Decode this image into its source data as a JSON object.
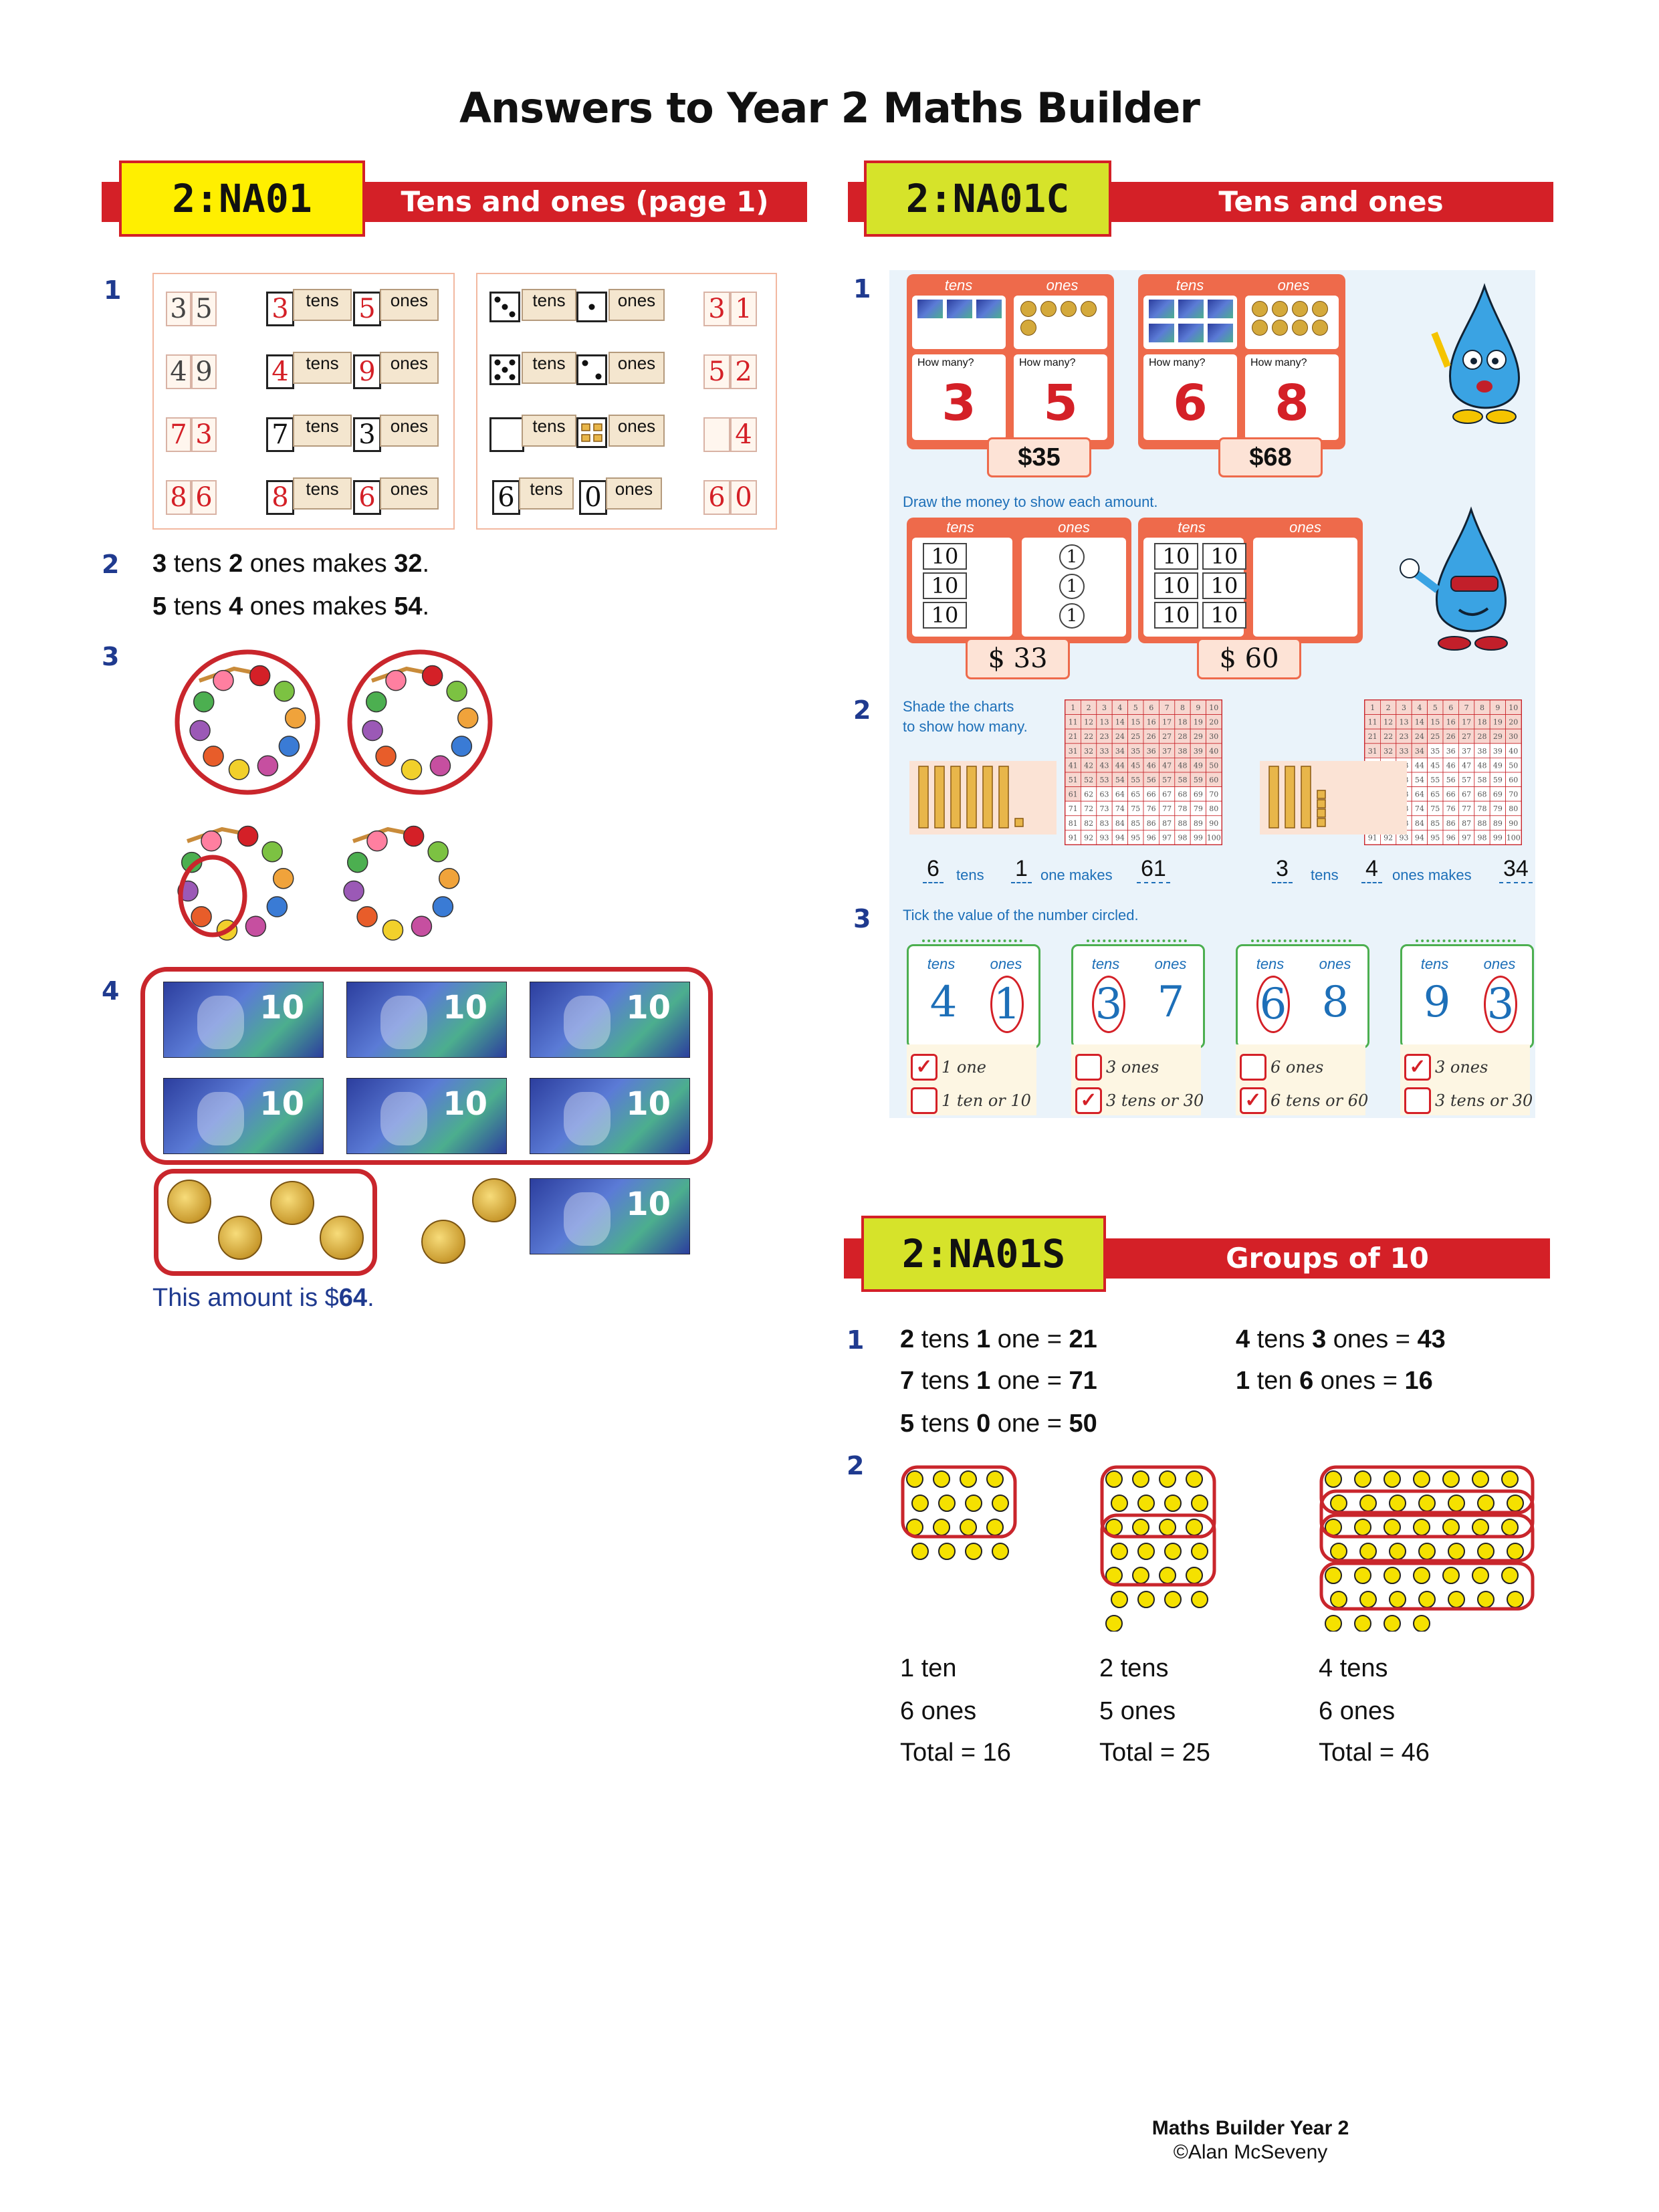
{
  "page_title": "Answers to Year 2 Maths Builder",
  "sections": {
    "na01": {
      "code": "2:NA01",
      "title": "Tens and ones (page 1)"
    },
    "na01c": {
      "code": "2:NA01C",
      "title": "Tens and ones"
    },
    "na01s": {
      "code": "2:NA01S",
      "title": "Groups of 10"
    }
  },
  "colors": {
    "accent_red": "#d42027",
    "code_yellow_1": "#ffef00",
    "code_yellow_2": "#d6e32a",
    "ink_blue": "#1f3a8f"
  },
  "na01": {
    "q1_num": "1",
    "left_rows": [
      {
        "num_t": "3",
        "num_o": "5",
        "tens": "3",
        "ones": "5"
      },
      {
        "num_t": "4",
        "num_o": "9",
        "tens": "4",
        "ones": "9"
      },
      {
        "num_t": "7",
        "num_o": "3",
        "tens": "7",
        "ones": "3"
      },
      {
        "num_t": "8",
        "num_o": "6",
        "tens": "8",
        "ones": "6"
      }
    ],
    "right_rows": [
      {
        "tens_dots": "3",
        "ones_dots": "1",
        "ans_t": "3",
        "ans_o": "1"
      },
      {
        "tens_dots": "5",
        "ones_dots": "2",
        "ans_t": "5",
        "ans_o": "2"
      },
      {
        "tens_dots": "",
        "ones_dots": "4",
        "ans_t": "",
        "ans_o": "4"
      },
      {
        "tens": "6",
        "ones": "0",
        "ans_t": "6",
        "ans_o": "0"
      }
    ],
    "tens_label": "tens",
    "ones_label": "ones",
    "q2_num": "2",
    "q2_line1": {
      "a": "3",
      "b": " tens ",
      "c": "2",
      "d": " ones makes ",
      "e": "32",
      "f": "."
    },
    "q2_line2": {
      "a": "5",
      "b": " tens ",
      "c": "4",
      "d": " ones makes ",
      "e": "54",
      "f": "."
    },
    "q3_num": "3",
    "q4_num": "4",
    "note_value": "10",
    "amount_pre": "This amount is $",
    "amount_val": "64",
    "amount_post": "."
  },
  "na01c": {
    "q1_num": "1",
    "tens_label": "tens",
    "ones_label": "ones",
    "how_many": "How many?",
    "cards_top": [
      {
        "tens": "3",
        "ones": "5",
        "money": "$35"
      },
      {
        "tens": "6",
        "ones": "8",
        "money": "$68"
      }
    ],
    "draw_prompt": "Draw the money to show each amount.",
    "ten": "10",
    "one": "1",
    "money_bottom_1": "$ 33",
    "money_bottom_2": "$ 60",
    "q2_num": "2",
    "shade_prompt_1": "Shade the charts",
    "shade_prompt_2": "to show how many.",
    "chart1": {
      "tens": "6",
      "ones": "1",
      "makes": "61"
    },
    "chart2": {
      "tens": "3",
      "ones": "4",
      "makes": "34"
    },
    "word_tens": "tens",
    "word_one_makes": "one makes",
    "word_ones_makes": "ones makes",
    "q3_num": "3",
    "tick_prompt": "Tick the value of the number circled.",
    "tick_cards": [
      {
        "t": "4",
        "o": "1",
        "opt1": "1 one",
        "opt2": "1 ten or 10",
        "ticked": 1
      },
      {
        "t": "3",
        "o": "7",
        "opt1": "3 ones",
        "opt2": "3 tens or 30",
        "ticked": 2
      },
      {
        "t": "6",
        "o": "8",
        "opt1": "6 ones",
        "opt2": "6 tens or 60",
        "ticked": 2
      },
      {
        "t": "9",
        "o": "3",
        "opt1": "3 ones",
        "opt2": "3 tens or 30",
        "ticked": 1
      }
    ],
    "tick_mark": "✓"
  },
  "na01s": {
    "q1_num": "1",
    "lines": [
      {
        "a": "2",
        "b": " tens ",
        "c": "1",
        "d": " one = ",
        "e": "21"
      },
      {
        "a": "4",
        "b": " tens ",
        "c": "3",
        "d": " ones = ",
        "e": "43"
      },
      {
        "a": "7",
        "b": " tens ",
        "c": "1",
        "d": " one = ",
        "e": "71"
      },
      {
        "a": "1",
        "b": " ten ",
        "c": "6",
        "d": " ones = ",
        "e": "16"
      },
      {
        "a": "5",
        "b": " tens ",
        "c": "0",
        "d": " one = ",
        "e": "50"
      }
    ],
    "q2_num": "2",
    "groups": [
      {
        "l1": "1 ten",
        "l2": "6 ones",
        "l3": "Total = 16",
        "tens": 1,
        "ones": 6
      },
      {
        "l1": "2 tens",
        "l2": "5 ones",
        "l3": "Total = 25",
        "tens": 2,
        "ones": 5
      },
      {
        "l1": "4 tens",
        "l2": "6 ones",
        "l3": "Total = 46",
        "tens": 4,
        "ones": 6
      }
    ]
  },
  "footer": {
    "line1": "Maths Builder Year 2",
    "line2": "©Alan McSeveny"
  }
}
